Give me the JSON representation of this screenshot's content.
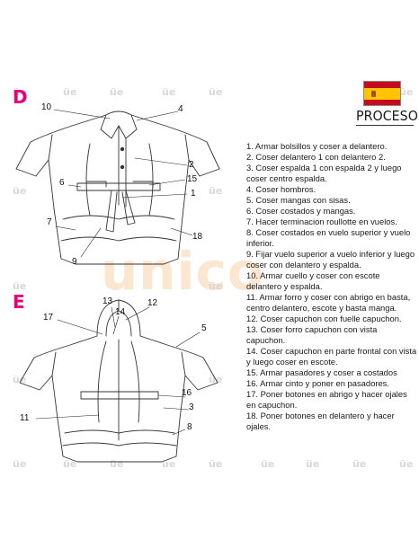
{
  "watermark": {
    "brand_small": "üe",
    "brand_big": "unico"
  },
  "header": {
    "title": "PROCESO",
    "flag": "spain-flag-icon"
  },
  "sections": {
    "d": "D",
    "e": "E"
  },
  "steps": [
    "1. Armar bolsillos y coser a delantero.",
    "2. Coser delantero 1 con delantero 2.",
    "3. Coser espalda 1 con espalda 2 y luego coser centro espalda.",
    "4. Coser hombros.",
    "5. Coser mangas con sisas.",
    "6. Coser costados y mangas.",
    "7. Hacer terminacion roullotte en vuelos.",
    "8. Coser costados en vuelo superior y vuelo inferior.",
    "9. Fijar vuelo superior a vuelo inferior y luego coser con delantero y espalda.",
    "10. Armar cuello y coser con escote delantero y espalda.",
    "11. Armar forro y coser con abrigo en basta, centro delantero, escote y basta manga.",
    "12. Coser capuchon con fuelle capuchon.",
    "13. Coser forro capuchon con vista capuchon.",
    "14. Coser capuchon en parte frontal con vista y luego coser en escote.",
    "15. Armar pasadores y coser a costados",
    "16. Armar cinto y poner en pasadores.",
    "17. Poner botones en abrigo y hacer ojales en capuchon.",
    "18. Poner botones en delantero y hacer ojales."
  ],
  "diagram_d_labels": {
    "n10": "10",
    "n4": "4",
    "n6": "6",
    "n2": "2",
    "n15": "15",
    "n1": "1",
    "n7": "7",
    "n18": "18",
    "n9": "9"
  },
  "diagram_e_labels": {
    "n13": "13",
    "n12": "12",
    "n14": "14",
    "n17": "17",
    "n5": "5",
    "n16": "16",
    "n3": "3",
    "n11": "11",
    "n8": "8"
  }
}
